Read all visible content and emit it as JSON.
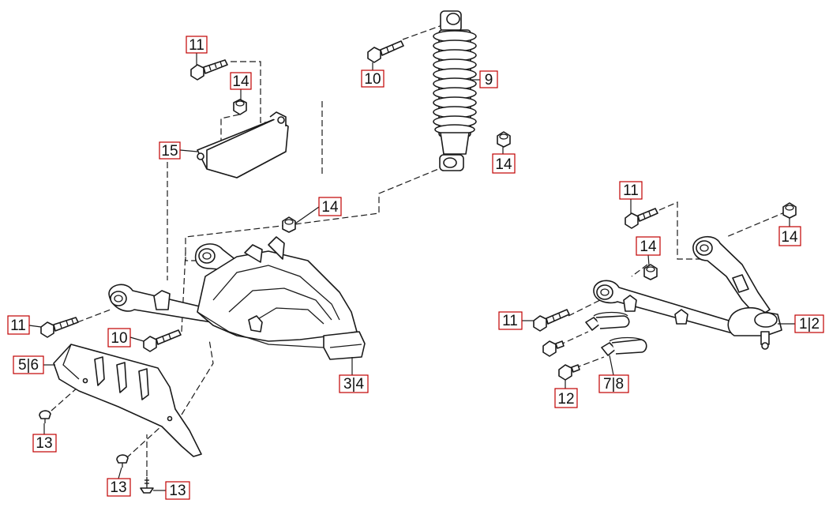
{
  "callouts": [
    {
      "id": "c-11-top",
      "text": "11"
    },
    {
      "id": "c-14-top",
      "text": "14"
    },
    {
      "id": "c-15",
      "text": "15"
    },
    {
      "id": "c-10-top",
      "text": "10"
    },
    {
      "id": "c-9",
      "text": "9"
    },
    {
      "id": "c-14-shock",
      "text": "14"
    },
    {
      "id": "c-14-mid",
      "text": "14"
    },
    {
      "id": "c-11-left",
      "text": "11"
    },
    {
      "id": "c-10-left",
      "text": "10"
    },
    {
      "id": "c-56",
      "text": "5|6"
    },
    {
      "id": "c-34",
      "text": "3|4"
    },
    {
      "id": "c-13-a",
      "text": "13"
    },
    {
      "id": "c-13-b",
      "text": "13"
    },
    {
      "id": "c-13-c",
      "text": "13"
    },
    {
      "id": "c-11-right",
      "text": "11"
    },
    {
      "id": "c-14-right-top",
      "text": "14"
    },
    {
      "id": "c-14-right-mid",
      "text": "14"
    },
    {
      "id": "c-11-right-left",
      "text": "11"
    },
    {
      "id": "c-12-right",
      "text": "1|2"
    },
    {
      "id": "c-12",
      "text": "12"
    },
    {
      "id": "c-78",
      "text": "7|8"
    }
  ],
  "colors": {
    "callout_border": "#c00000",
    "line": "#1a1a1a",
    "background": "#ffffff"
  }
}
